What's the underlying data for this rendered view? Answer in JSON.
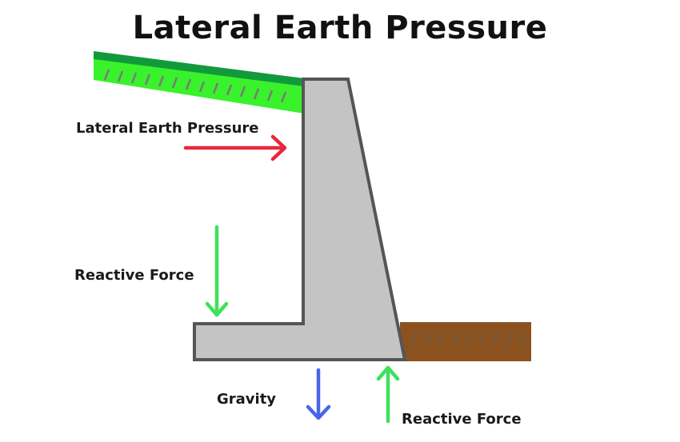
{
  "title": "Lateral Earth Pressure",
  "labels": {
    "lateral_earth_pressure": "Lateral Earth Pressure",
    "reactive_force_left": "Reactive Force",
    "gravity": "Gravity",
    "reactive_force_bottom": "Reactive Force"
  },
  "colors": {
    "retained_soil": "#39f22c",
    "retained_soil_top": "#119a3b",
    "ground_soil": "#8b5220",
    "wall_fill": "#c4c4c4",
    "wall_outline": "#555555",
    "lateral_pressure_arrow": "#e8283a",
    "reactive_force_arrow": "#3ce25a",
    "gravity_arrow": "#4a64e8"
  }
}
